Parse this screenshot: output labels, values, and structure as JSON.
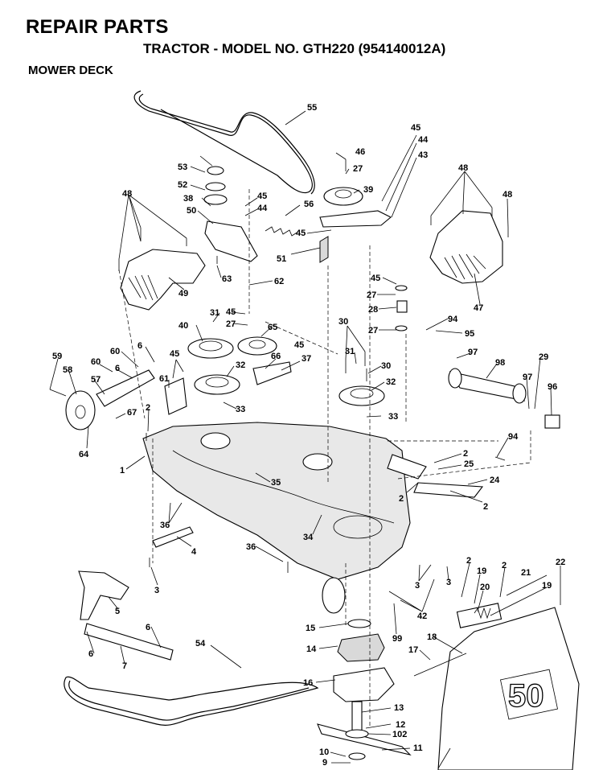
{
  "header": {
    "title": "REPAIR PARTS",
    "subtitle": "TRACTOR - MODEL NO. GTH220 (954140012A)",
    "section": "MOWER DECK"
  },
  "diagram": {
    "labels": [
      "55",
      "45",
      "46",
      "27",
      "44",
      "43",
      "48",
      "53",
      "39",
      "52",
      "45",
      "38",
      "44",
      "56",
      "50",
      "45",
      "48",
      "48",
      "51",
      "63",
      "62",
      "49",
      "47",
      "45",
      "27",
      "28",
      "27",
      "94",
      "95",
      "31",
      "45",
      "27",
      "40",
      "65",
      "30",
      "6",
      "60",
      "45",
      "66",
      "59",
      "60",
      "45",
      "31",
      "30",
      "37",
      "29",
      "97",
      "58",
      "6",
      "32",
      "98",
      "57",
      "61",
      "32",
      "97",
      "96",
      "2",
      "33",
      "33",
      "67",
      "64",
      "94",
      "2",
      "1",
      "25",
      "35",
      "24",
      "36",
      "2",
      "2",
      "4",
      "34",
      "36",
      "3",
      "2",
      "2",
      "22",
      "3",
      "19",
      "21",
      "5",
      "3",
      "20",
      "42",
      "19",
      "15",
      "99",
      "6",
      "54",
      "18",
      "14",
      "17",
      "6",
      "7",
      "16",
      "13",
      "12",
      "102",
      "10",
      "11",
      "9"
    ],
    "shroud_text": "50"
  },
  "colors": {
    "line": "#000000",
    "shade": "#d9d9d9",
    "background": "#ffffff"
  }
}
